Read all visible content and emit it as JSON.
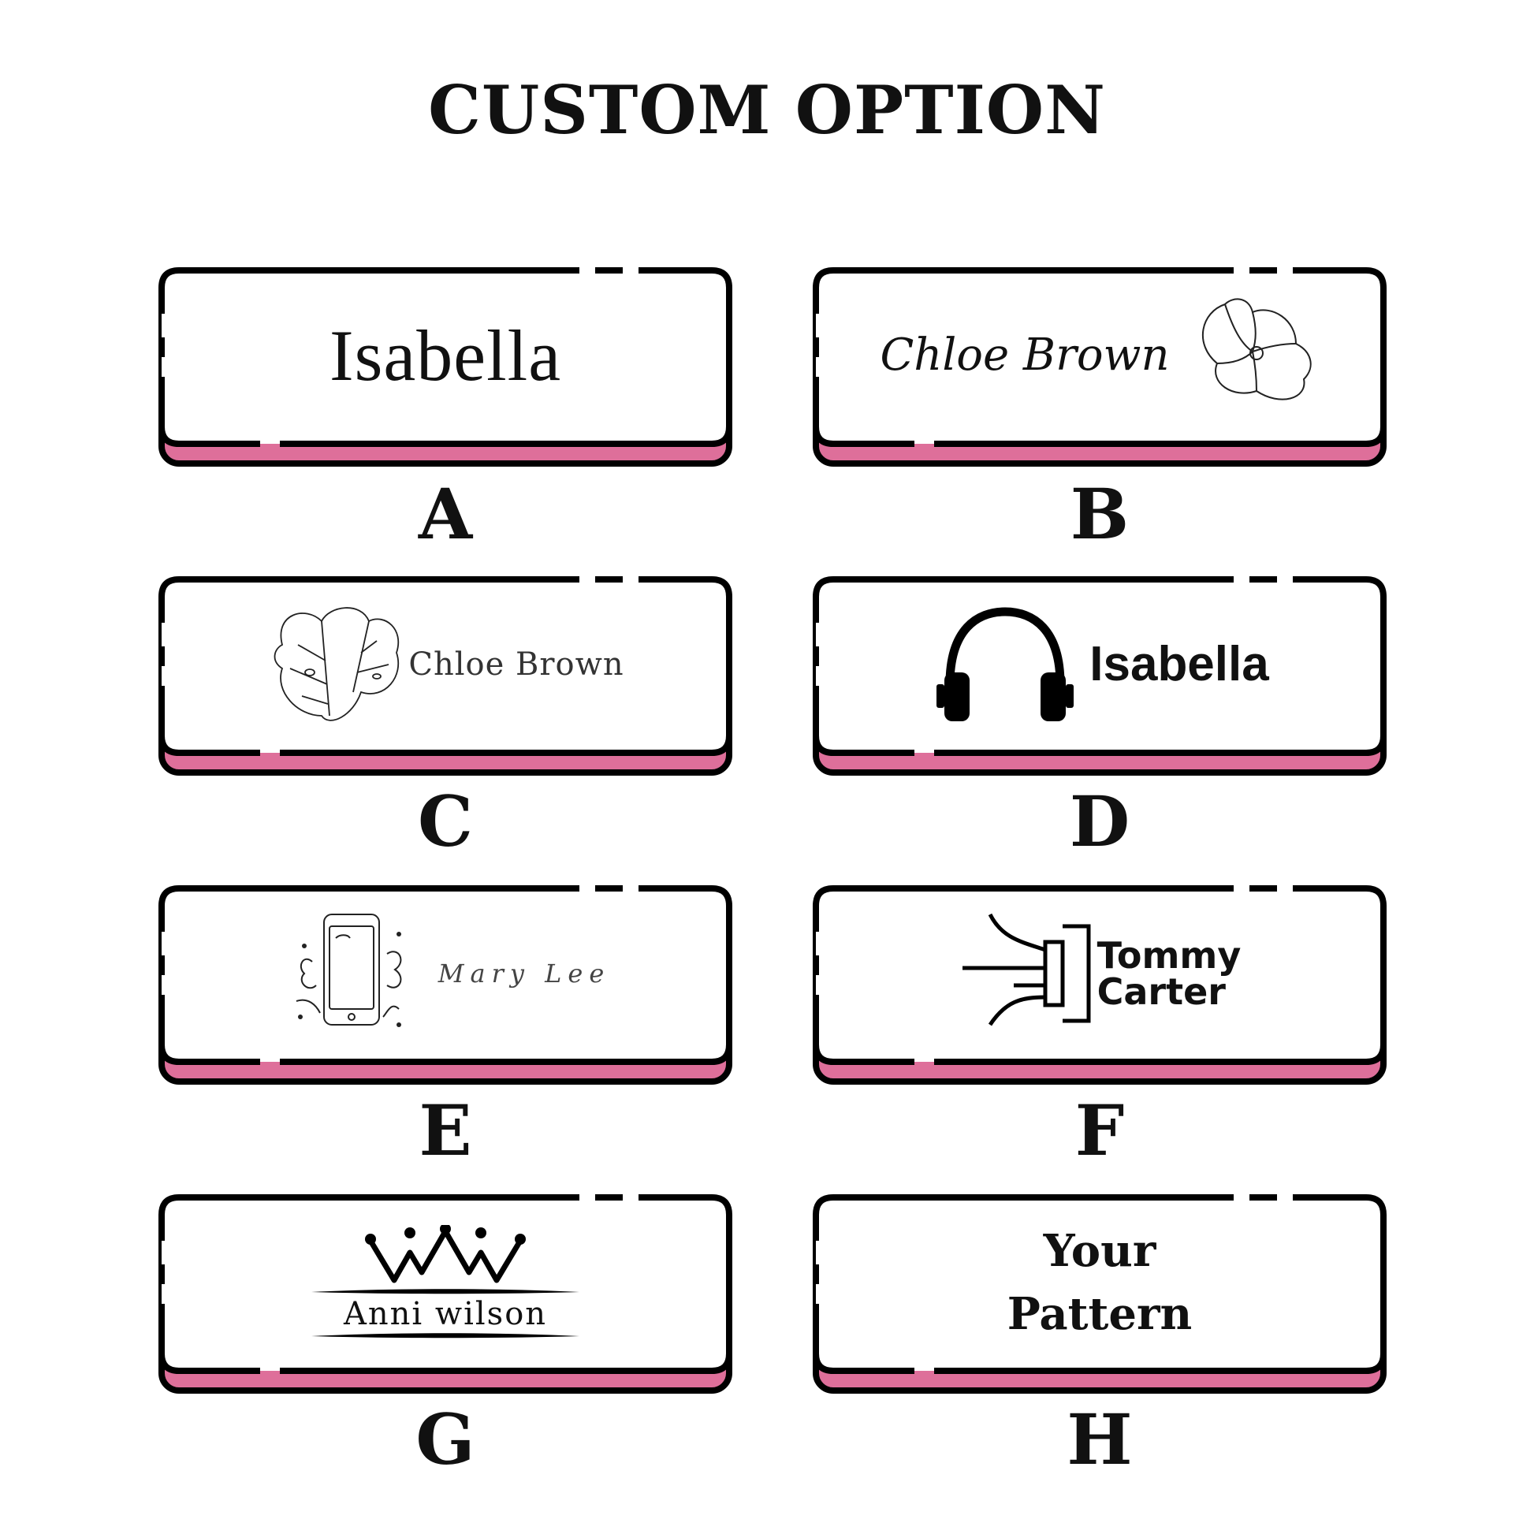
{
  "title": "CUSTOM OPTION",
  "accent_color": "#de6f9a",
  "options": [
    {
      "letter": "A",
      "text": "Isabella",
      "icon": "none"
    },
    {
      "letter": "B",
      "text": "Chloe Brown",
      "icon": "magnolia-flower-icon"
    },
    {
      "letter": "C",
      "text": "Chloe Brown",
      "icon": "monstera-leaf-icon"
    },
    {
      "letter": "D",
      "text": "Isabella",
      "icon": "headphones-icon"
    },
    {
      "letter": "E",
      "text": "Mary Lee",
      "icon": "phone-floral-icon"
    },
    {
      "letter": "F",
      "text_line1": "Tommy",
      "text_line2": "Carter",
      "icon": "plug-wires-icon"
    },
    {
      "letter": "G",
      "text": "Anni wilson",
      "icon": "crown-icon"
    },
    {
      "letter": "H",
      "text_line1": "Your",
      "text_line2": "Pattern",
      "icon": "none"
    }
  ]
}
